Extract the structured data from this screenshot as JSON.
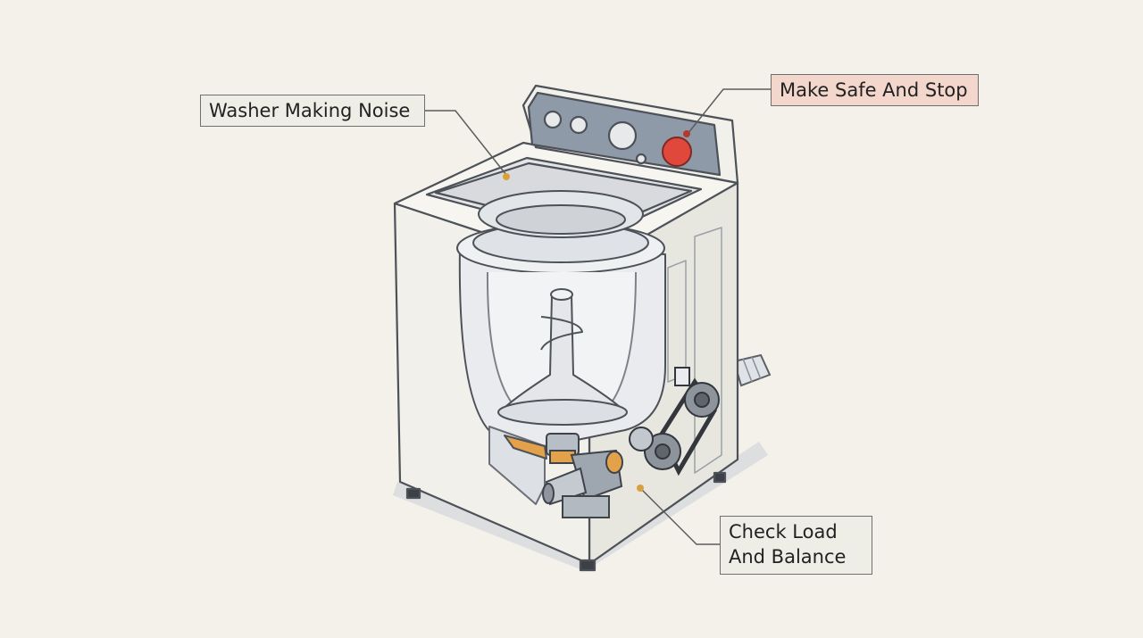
{
  "callouts": {
    "noise": {
      "label": "Washer Making Noise"
    },
    "stop": {
      "label": "Make Safe And Stop",
      "accent": "#f3d6cc"
    },
    "load": {
      "line1": "Check Load",
      "line2": "And Balance"
    }
  },
  "colors": {
    "background": "#f3f1e9",
    "stop_button": "#e0483b",
    "control_panel": "#8f9aa8",
    "marker_dot": "#d8a23a",
    "seal_orange": "#e3a24a"
  },
  "icons": [
    "washer-illustration",
    "stop-button-icon",
    "pulley-belt-icon",
    "pump-motor-icon",
    "drain-hose-icon"
  ]
}
